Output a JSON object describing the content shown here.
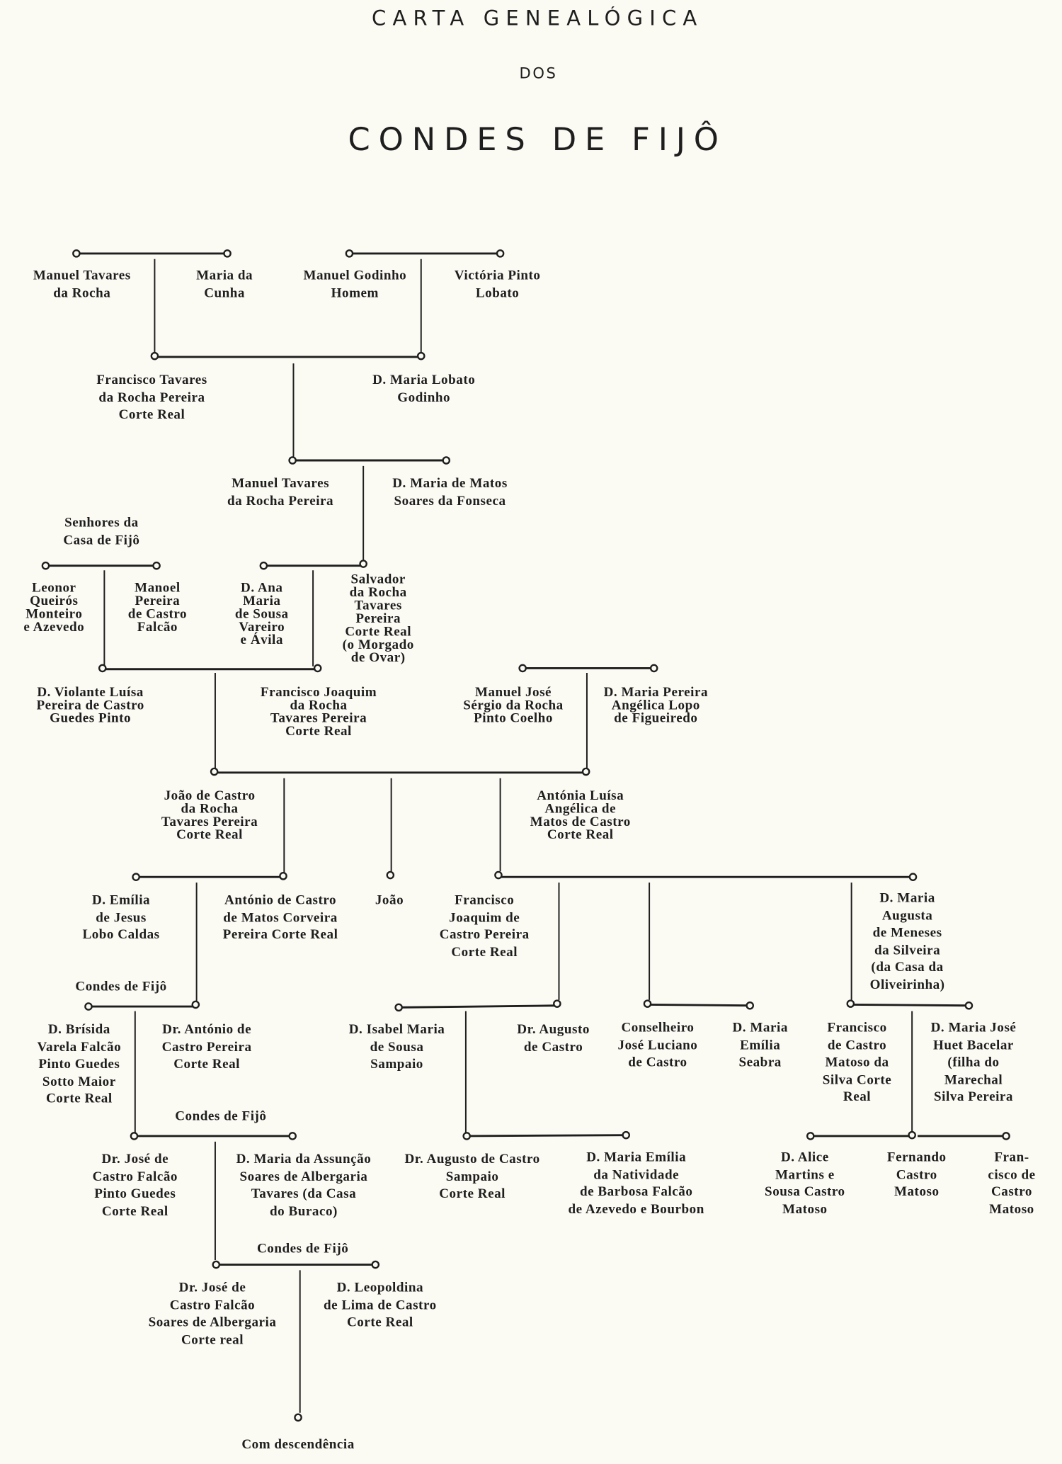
{
  "title": {
    "line1": "CARTA GENEALÓGICA",
    "line2": "DOS",
    "line3": "CONDES DE FIJÔ"
  },
  "people": [
    "Manuel Tavares\nda Rocha",
    "Maria da\nCunha",
    "Manuel Godinho\nHomem",
    "Victória Pinto\nLobato",
    "Francisco Tavares\nda Rocha Pereira\nCorte Real",
    "D. Maria Lobato\nGodinho",
    "Manuel Tavares\nda Rocha Pereira",
    "D. Maria de Matos\nSoares da Fonseca",
    "Leonor\nQueirós\nMonteiro\ne Azevedo",
    "Manoel\nPereira\nde Castro\nFalcão",
    "D. Ana\nMaria\nde Sousa\nVareiro\ne Ávila",
    "Salvador\nda Rocha\nTavares\nPereira\nCorte Real\n(o Morgado\nde Ovar)",
    "D. Violante Luísa\nPereira de Castro\nGuedes Pinto",
    "Francisco Joaquim\nda Rocha\nTavares Pereira\nCorte Real",
    "Manuel José\nSérgio da Rocha\nPinto Coelho",
    "D. Maria Pereira\nAngélica Lopo\nde Figueiredo",
    "João de Castro\nda Rocha\nTavares Pereira\nCorte Real",
    "Antónia Luísa\nAngélica de\nMatos de Castro\nCorte Real",
    "D. Emília\nde Jesus\nLobo Caldas",
    "António de Castro\nde Matos Corveira\nPereira Corte Real",
    "João",
    "Francisco\nJoaquim de\nCastro Pereira\nCorte Real",
    "D. Maria\nAugusta\nde Meneses\nda Silveira\n(da Casa da\nOliveirinha)",
    "D. Brísida\nVarela Falcão\nPinto Guedes\nSotto Maior\nCorte Real",
    "Dr. António de\nCastro Pereira\nCorte Real",
    "D. Isabel Maria\nde Sousa\nSampaio",
    "Dr. Augusto\nde Castro",
    "Conselheiro\nJosé Luciano\nde Castro",
    "D. Maria\nEmília\nSeabra",
    "Francisco\nde Castro\nMatoso da\nSilva Corte\nReal",
    "D. Maria José\nHuet Bacelar\n(filha do\nMarechal\nSilva Pereira",
    "Dr. José de\nCastro Falcão\nPinto Guedes\nCorte Real",
    "D. Maria da Assunção\nSoares de Albergaria\nTavares (da Casa\ndo Buraco)",
    "Dr. Augusto de Castro\nSampaio\nCorte Real",
    "D. Maria Emília\nda Natividade\nde Barbosa Falcão\nde Azevedo e Bourbon",
    "D. Alice\nMartins e\nSousa Castro\nMatoso",
    "Fernando\nCastro\nMatoso",
    "Fran-\ncisco de\nCastro\nMatoso",
    "Dr. José de\nCastro Falcão\nSoares de Albergaria\nCorte real",
    "D. Leopoldina\nde Lima de Castro\nCorte Real"
  ],
  "labels": {
    "senhores": "Senhores da\nCasa de Fijô",
    "condes1": "Condes de Fijô",
    "condes2": "Condes de Fijô",
    "condes3": "Condes de Fijô",
    "descendencia": "Com descendência"
  }
}
